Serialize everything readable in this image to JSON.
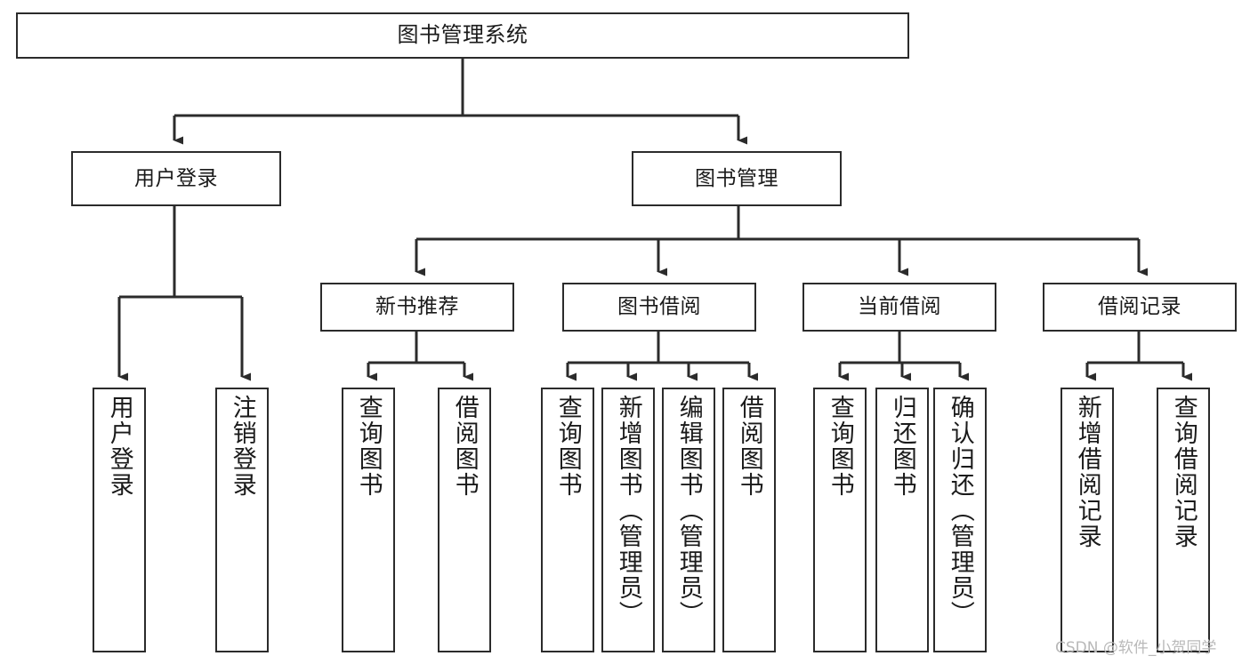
{
  "diagram": {
    "title": "图书管理系统",
    "type": "tree-hierarchy-chart",
    "orientation": "top-down",
    "colors": {
      "box_border": "#2b2b2b",
      "box_fill": "#ffffff",
      "edge": "#2b2b2b",
      "text": "#1a1a1a",
      "watermark": "#b9b9b9",
      "background": "#ffffff"
    }
  },
  "root": {
    "label": "图书管理系统"
  },
  "level2": [
    {
      "label": "用户登录"
    },
    {
      "label": "图书管理"
    }
  ],
  "level3": [
    {
      "label": "新书推荐"
    },
    {
      "label": "图书借阅"
    },
    {
      "label": "当前借阅"
    },
    {
      "label": "借阅记录"
    }
  ],
  "leaves": {
    "user_login": [
      {
        "label": "用户登录"
      },
      {
        "label": "注销登录"
      }
    ],
    "new_book_recommend": [
      {
        "label": "查询图书"
      },
      {
        "label": "借阅图书"
      }
    ],
    "book_borrow": [
      {
        "label": "查询图书"
      },
      {
        "label": "新增图书（管理员）"
      },
      {
        "label": "编辑图书（管理员）"
      },
      {
        "label": "借阅图书"
      }
    ],
    "current_borrow": [
      {
        "label": "查询图书"
      },
      {
        "label": "归还图书"
      },
      {
        "label": "确认归还（管理员）"
      }
    ],
    "borrow_record": [
      {
        "label": "新增借阅记录"
      },
      {
        "label": "查询借阅记录"
      }
    ]
  },
  "watermark": {
    "text": "CSDN @软件_小贺同学"
  }
}
